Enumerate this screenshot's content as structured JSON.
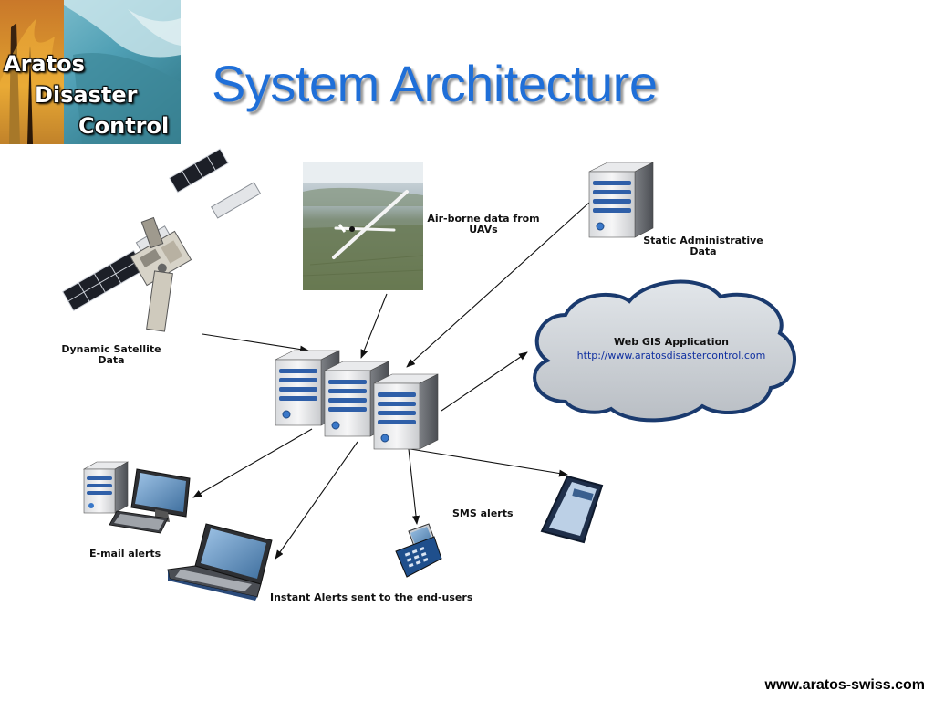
{
  "logo": {
    "line1": "Aratos",
    "line2": "Disaster",
    "line3": "Control"
  },
  "title": "System Architecture",
  "nodes": {
    "satellite": {
      "label": "Dynamic Satellite\nData",
      "icon": "satellite-icon"
    },
    "uav": {
      "label": "Air-borne data from\nUAVs",
      "icon": "uav-photo"
    },
    "static_admin": {
      "label": "Static Administrative\nData",
      "icon": "server-icon"
    },
    "web_gis": {
      "title": "Web GIS Application",
      "url": "http://www.aratosdisastercontrol.com",
      "icon": "cloud-icon"
    },
    "server_cluster": {
      "icon": "server-cluster-icon"
    },
    "email": {
      "label": "E-mail alerts",
      "icon": "desktop-computer-icon"
    },
    "instant": {
      "label": "Instant Alerts sent to the end-users",
      "icon": "laptop-icon"
    },
    "sms": {
      "label": "SMS alerts",
      "icons": [
        "feature-phone-icon",
        "smartphone-icon"
      ]
    }
  },
  "footer": "www.aratos-swiss.com",
  "colors": {
    "title": "#1f6fd8",
    "cloud_border": "#1a3a6e",
    "server_stripe": "#2f5fa8"
  }
}
